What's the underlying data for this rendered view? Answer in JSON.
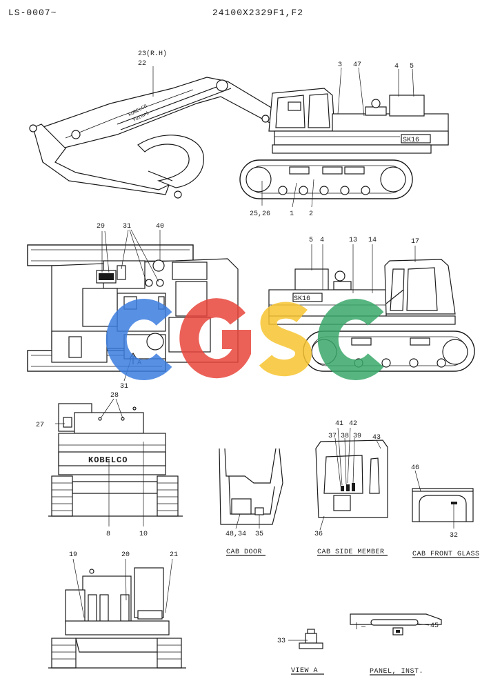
{
  "header": {
    "left": "LS-0007~",
    "right": "24100X2329F1,F2"
  },
  "side_view_right": {
    "callouts": [
      "23(R.H)",
      "22",
      "3",
      "47",
      "4",
      "5",
      "25,26",
      "1",
      "2"
    ],
    "decal_kobelco": "KOBELCO",
    "decal_yutani": "Yutani",
    "decal_model": "SK16"
  },
  "top_view": {
    "callouts": [
      "29",
      "31",
      "40",
      "31",
      "A"
    ]
  },
  "side_view_left": {
    "callouts": [
      "5",
      "4",
      "13",
      "14",
      "17"
    ],
    "decal_model": "SK16"
  },
  "watermark": {
    "letters": [
      "C",
      "G",
      "S",
      "C"
    ],
    "colors": [
      "#3b7de0",
      "#e8463c",
      "#f7c531",
      "#3aa86a"
    ]
  },
  "rear_view": {
    "callouts": [
      "28",
      "27",
      "8",
      "10"
    ],
    "decal_brand": "KOBELCO"
  },
  "cab_door": {
    "callouts": [
      "48,34",
      "35"
    ],
    "caption": "CAB DOOR"
  },
  "cab_side_member": {
    "callouts": [
      "41",
      "42",
      "37",
      "38",
      "39",
      "43",
      "36"
    ],
    "caption": "CAB SIDE MEMBER"
  },
  "cab_front_glass": {
    "callouts": [
      "46",
      "32"
    ],
    "caption": "CAB FRONT GLASS"
  },
  "front_view": {
    "callouts": [
      "19",
      "20",
      "21"
    ]
  },
  "view_a": {
    "callouts": [
      "33"
    ],
    "caption": "VIEW A"
  },
  "panel_inst": {
    "callouts": [
      "45"
    ],
    "caption": "PANEL, INST."
  }
}
